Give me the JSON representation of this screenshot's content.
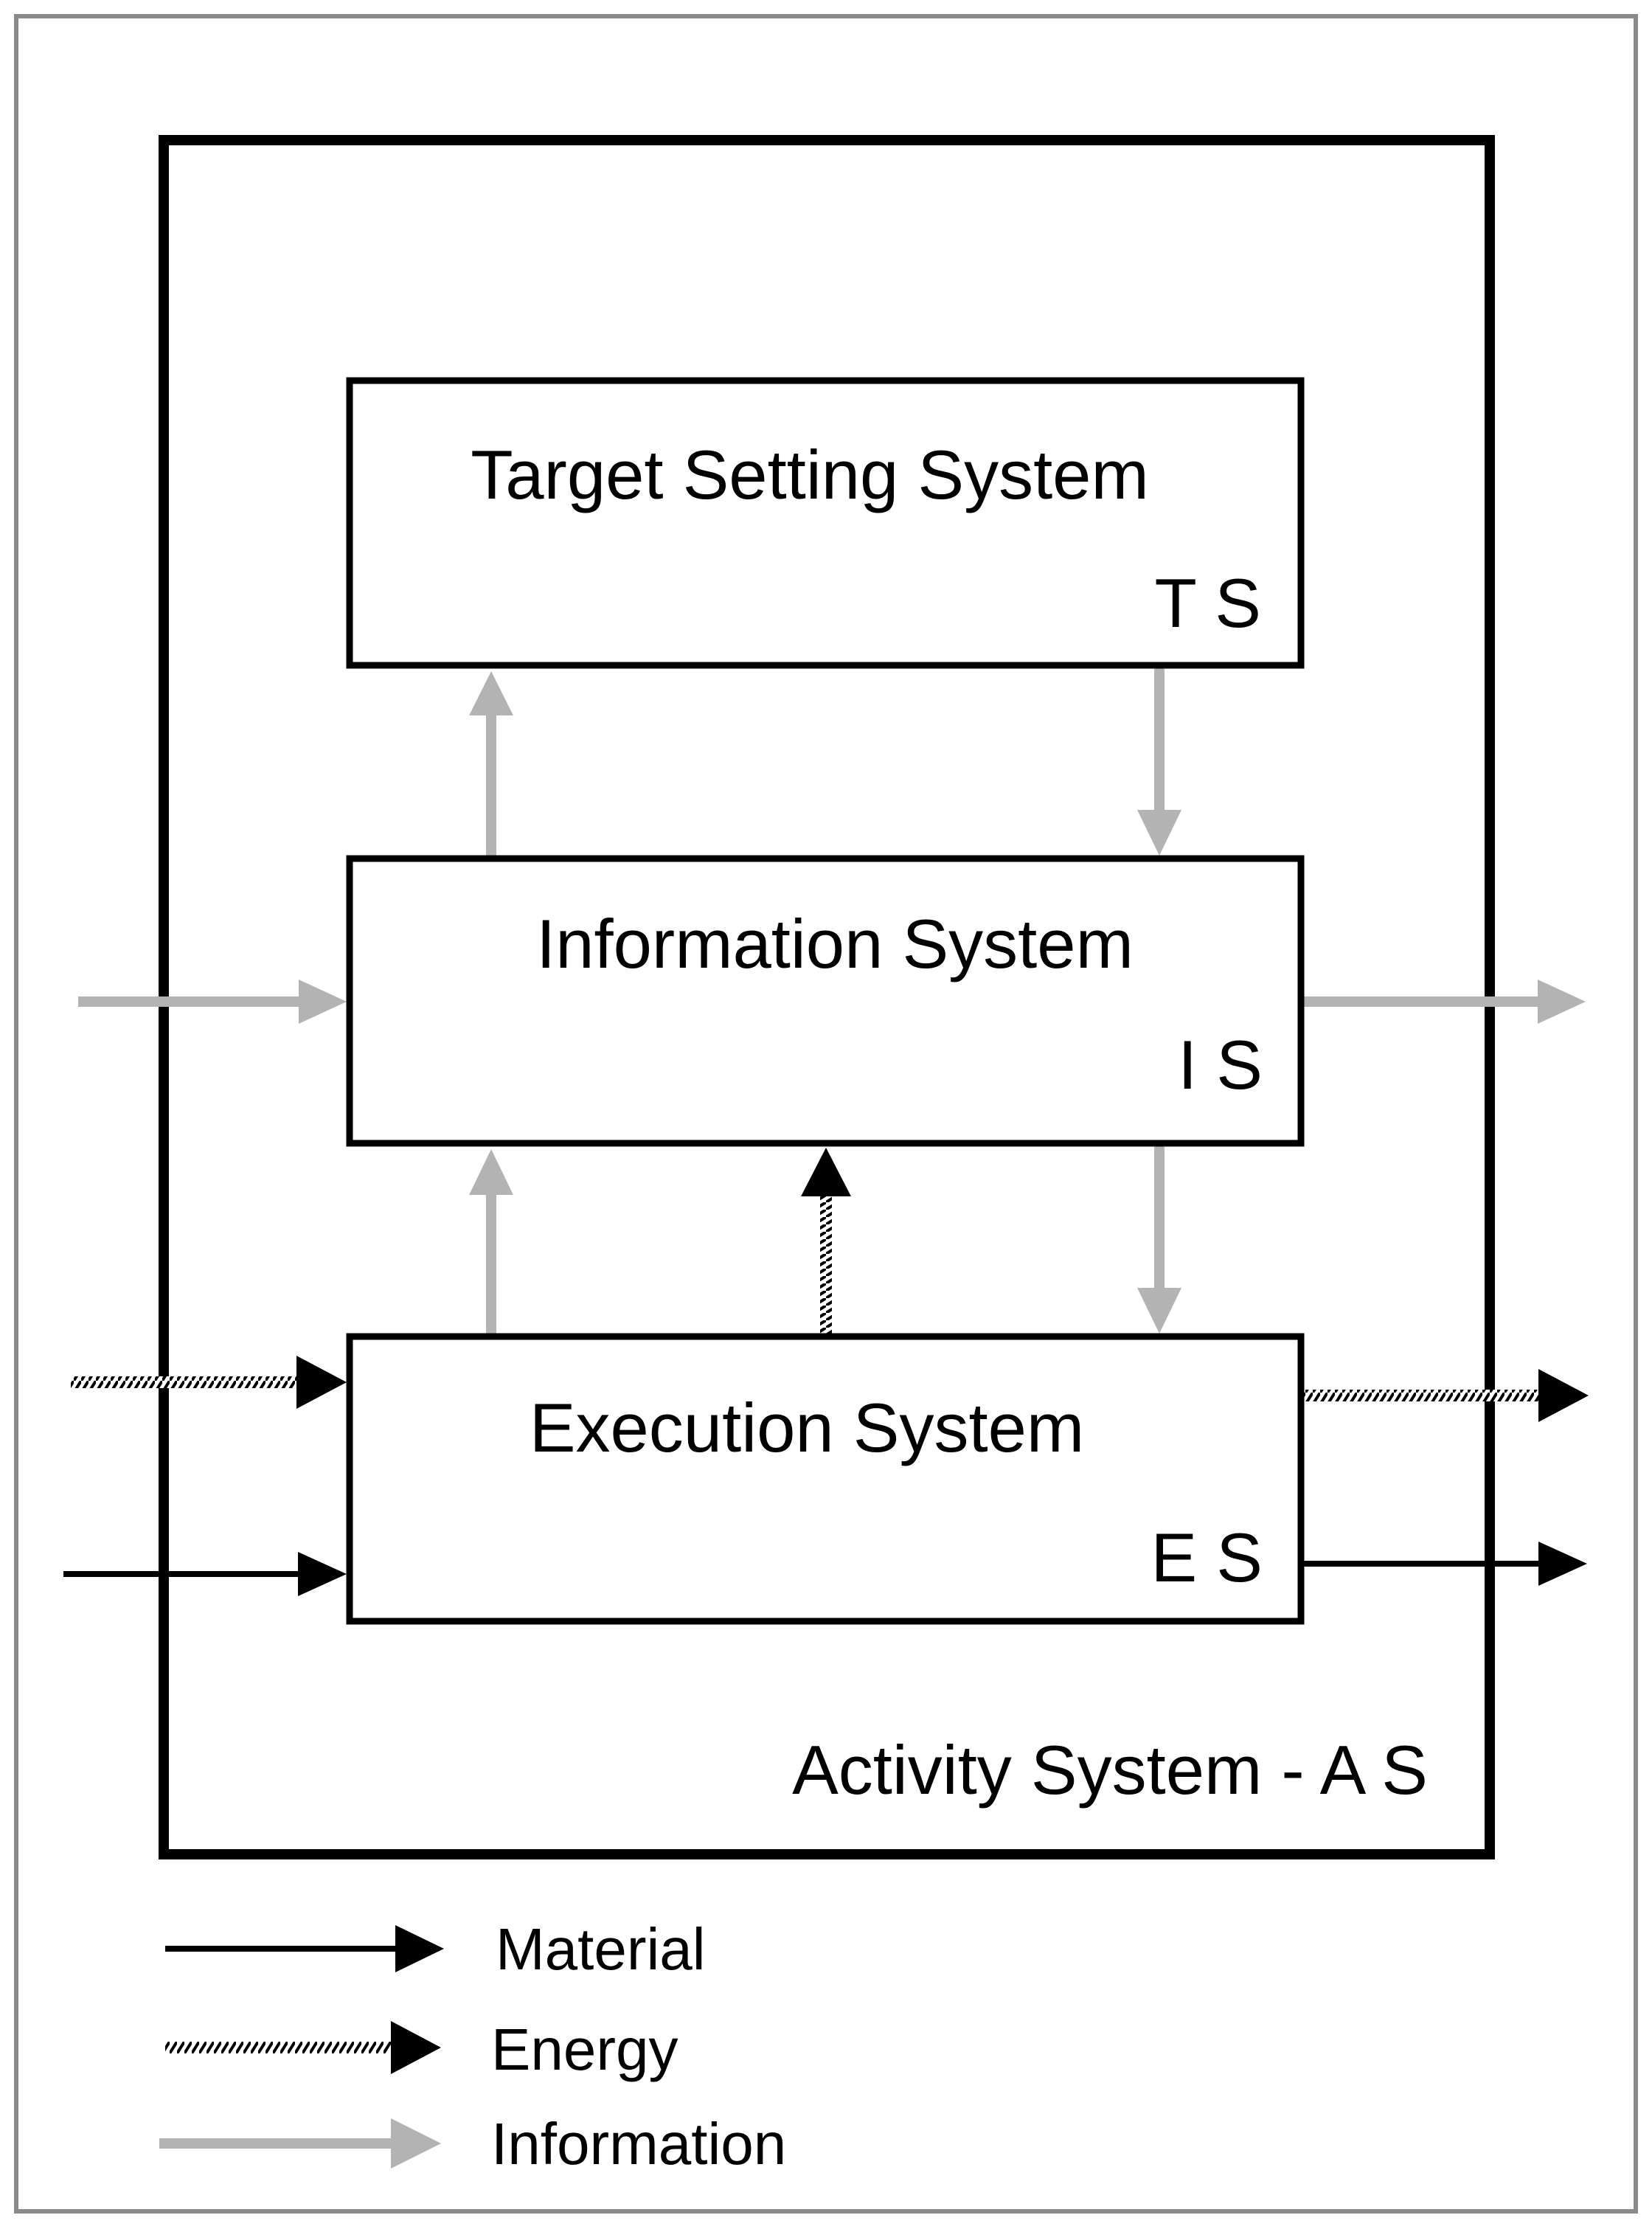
{
  "colors": {
    "material": "#000000",
    "energy": "#000000",
    "information": "#b3b3b3",
    "frame": "#8a8a8a"
  },
  "activity_system": {
    "label": "Activity System - A S"
  },
  "target_setting_system": {
    "name": "Target Setting System",
    "code": "T S"
  },
  "information_system": {
    "name": "Information System",
    "code": "I S"
  },
  "execution_system": {
    "name": "Execution System",
    "code": "E S"
  },
  "legend": {
    "material": "Material",
    "energy": "Energy",
    "information": "Information"
  }
}
